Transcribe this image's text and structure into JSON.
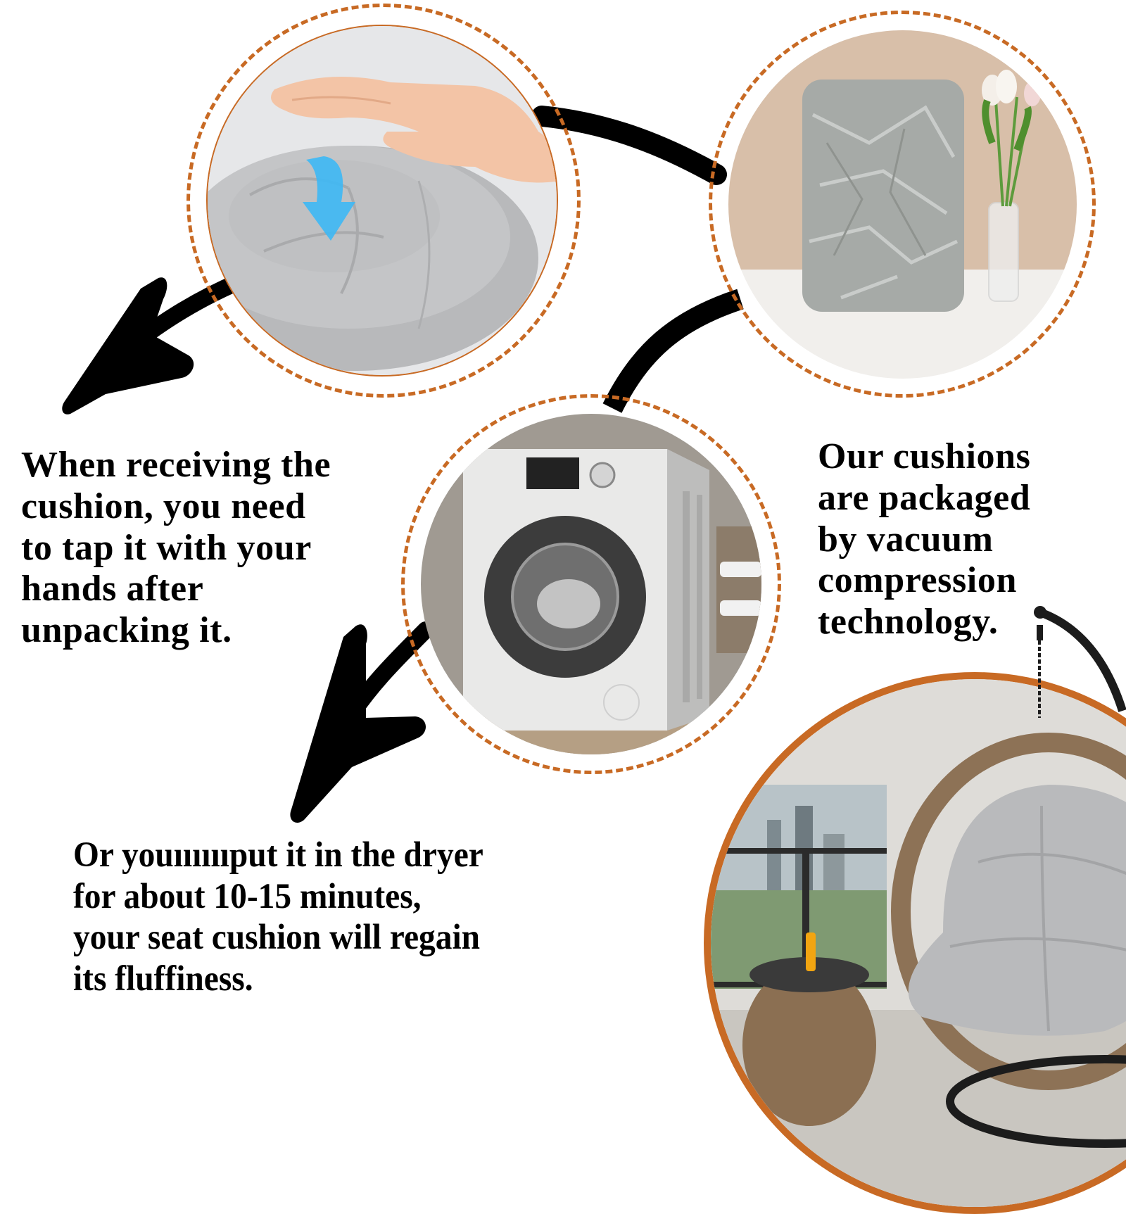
{
  "captions": {
    "unpack": {
      "lines": [
        "When receiving the",
        "cushion, you need",
        "to tap it with your",
        "hands after",
        "unpacking it."
      ]
    },
    "vacuum": {
      "lines": [
        "Our cushions",
        "are packaged",
        "by vacuum",
        "compression",
        "technology."
      ]
    },
    "dryer": {
      "lines": [
        "Or youııııııput it in the dryer",
        "for about 10-15 minutes,",
        "your seat cushion will regain",
        "its fluffiness."
      ]
    }
  },
  "images": {
    "tap": {
      "subject": "hand tapping round grey tufted cushion",
      "arrow_color": "#3db8f5"
    },
    "vacuum_pack": {
      "subject": "vacuum-compressed grey cushion package with tulips in glass vase"
    },
    "washer": {
      "subject": "front-load washer/dryer"
    },
    "egg_chair": {
      "subject": "hanging rattan egg chair with grey tufted cushion on balcony"
    }
  },
  "colors": {
    "accent": "#c86a24",
    "text": "#000000",
    "background": "#ffffff",
    "cushion_grey": "#b9babc"
  }
}
